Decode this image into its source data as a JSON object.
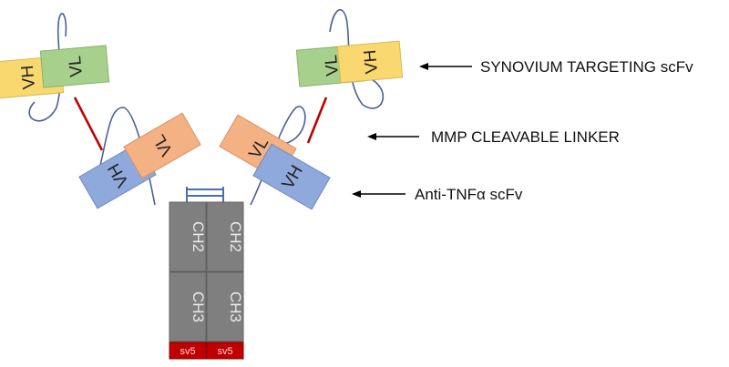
{
  "colors": {
    "vh": "#f9d870",
    "vl": "#a8d08d",
    "vh_anti": "#8fa9dc",
    "vl_anti": "#f4b183",
    "constant": "#7f7f7f",
    "tag": "#c00000",
    "linker": "#c00000",
    "loop": "#4a5f9a"
  },
  "domains": {
    "vh": "VH",
    "vl": "VL",
    "ch2": "CH2",
    "ch3": "CH3",
    "tag": "sv5"
  },
  "labels": {
    "synovium": "SYNOVIUM TARGETING scFv",
    "mmp": "MMP CLEAVABLE LINKER",
    "anti_tnf": "Anti-TNFα scFv"
  }
}
